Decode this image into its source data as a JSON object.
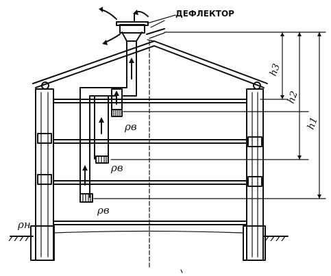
{
  "labels": {
    "deflector": "ДЕФЛЕКТОР",
    "rho_n": "ρн",
    "rho_v1": "ρв",
    "rho_v2": "ρв",
    "rho_v3": "ρв",
    "h1": "h1",
    "h2": "h2",
    "h3": "h3"
  }
}
